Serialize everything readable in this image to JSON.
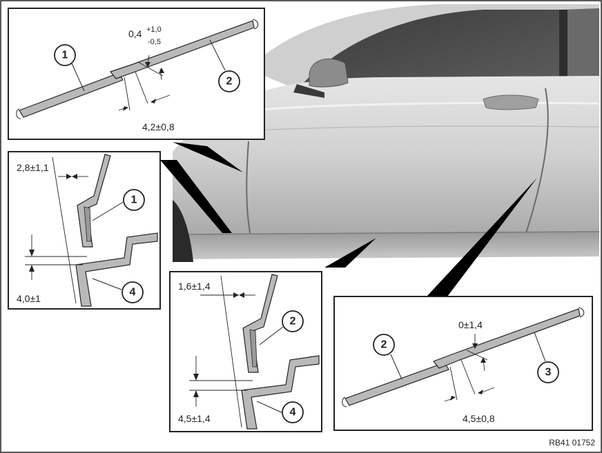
{
  "detail_top_left": {
    "callout_a": "1",
    "callout_b": "2",
    "gap_nominal": "0,4",
    "gap_tol_plus": "+1,0",
    "gap_tol_minus": "-0,5",
    "overlap": "4,2±0,8"
  },
  "detail_mid_left": {
    "callout_a": "1",
    "callout_b": "4",
    "dim_top": "2,8±1,1",
    "dim_bottom": "4,0±1"
  },
  "detail_bottom_center": {
    "callout_a": "2",
    "callout_b": "4",
    "dim_top": "1,6±1,4",
    "dim_bottom": "4,5±1,4"
  },
  "detail_bottom_right": {
    "callout_a": "2",
    "callout_b": "3",
    "gap": "0±1,4",
    "overlap": "4,5±0,8"
  },
  "reference": "RB41 01752",
  "colors": {
    "panel_fill": "#b9b9b9",
    "body_light": "#d7d7d7",
    "body_dark": "#4a4a4a",
    "frame": "#222222"
  }
}
